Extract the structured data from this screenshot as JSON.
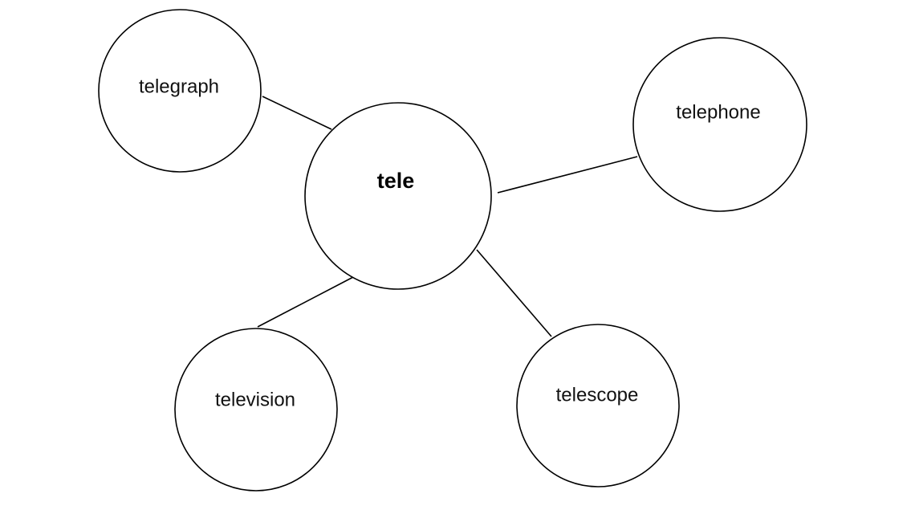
{
  "diagram": {
    "center": {
      "label": "tele"
    },
    "branches": [
      {
        "id": "telegraph",
        "label": "telegraph"
      },
      {
        "id": "telephone",
        "label": "telephone"
      },
      {
        "id": "television",
        "label": "television"
      },
      {
        "id": "telescope",
        "label": "telescope"
      }
    ],
    "colors": {
      "stroke": "#000000",
      "fill": "#ffffff",
      "text": "#111111"
    }
  }
}
